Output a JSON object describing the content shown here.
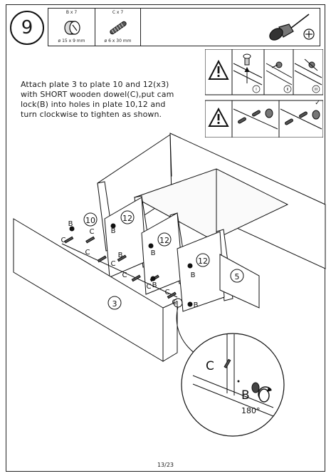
{
  "step": {
    "number": "9"
  },
  "parts": [
    {
      "qty": "B x 7",
      "size": "ø 15 x 9 mm",
      "icon": "cam-lock-icon"
    },
    {
      "qty": "C x 7",
      "size": "ø 6 x 30 mm",
      "icon": "wooden-dowel-icon"
    }
  ],
  "tool": {
    "icon": "phillips-screwdriver-icon"
  },
  "instruction": "Attach plate 3 to plate 10 and 12(x3)\nwith SHORT wooden dowel(C),put cam\nlock(B) into holes in plate 10,12 and\nturn clockwise to tighten as shown.",
  "warning_panels": {
    "top_labels": [
      "I",
      "II",
      "III"
    ],
    "check_mark": "✓"
  },
  "diagram": {
    "plate_labels": [
      "10",
      "12",
      "12",
      "12",
      "5",
      "3"
    ],
    "part_labels": {
      "cam": "B",
      "dowel": "C"
    },
    "detail": {
      "dowel": "C",
      "cam": "B",
      "angle": "180°"
    }
  },
  "footer": {
    "page": "13/23"
  }
}
